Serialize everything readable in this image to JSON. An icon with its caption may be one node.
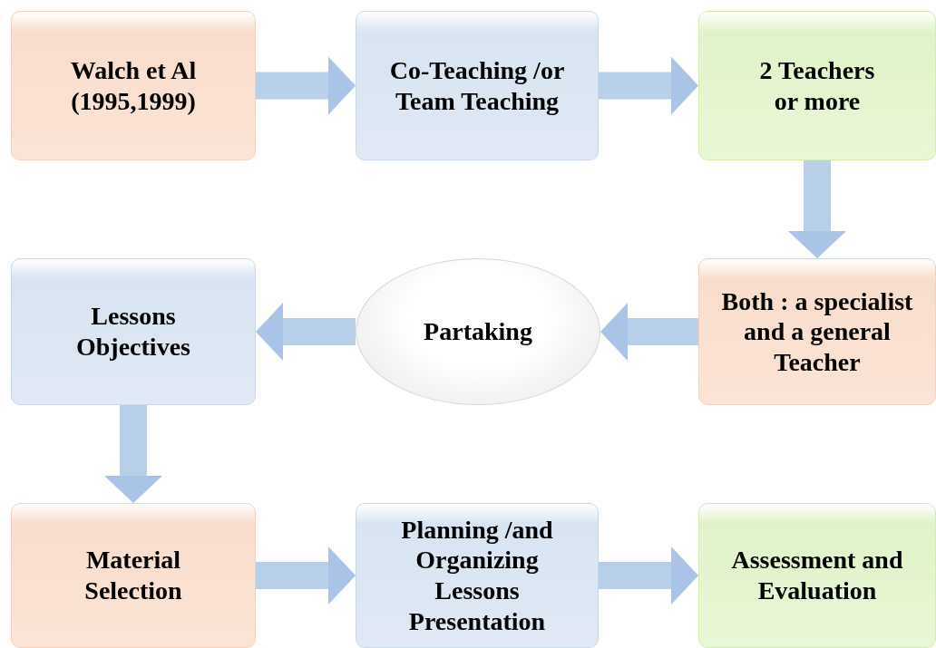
{
  "diagram": {
    "nodes": [
      {
        "text": [
          "Walch et Al (1995,1999)"
        ]
      },
      {
        "text": [
          "Co-Teaching /or Team Teaching"
        ]
      },
      {
        "text": [
          "2 Teachers or more"
        ]
      },
      {
        "text": [
          "Lessons Objectives"
        ]
      },
      {
        "text": [
          "Partaking"
        ]
      },
      {
        "text": [
          "Both : a specialist and a general Teacher"
        ]
      },
      {
        "text": [
          "Material Selection"
        ]
      },
      {
        "text": [
          "Planning /and Organizing Lessons Presentation"
        ]
      },
      {
        "text": [
          "Assessment and Evaluation"
        ]
      }
    ],
    "edges": [
      {
        "from": 0,
        "to": 1,
        "arrow": "to"
      },
      {
        "from": 1,
        "to": 2,
        "arrow": "to"
      },
      {
        "from": 2,
        "to": 5,
        "arrow": "to"
      },
      {
        "from": 5,
        "to": 4,
        "arrow": "to"
      },
      {
        "from": 4,
        "to": 3,
        "arrow": "to"
      },
      {
        "from": 3,
        "to": 6,
        "arrow": "to"
      },
      {
        "from": 6,
        "to": 7,
        "arrow": "to"
      },
      {
        "from": 7,
        "to": 8,
        "arrow": "to"
      }
    ]
  }
}
